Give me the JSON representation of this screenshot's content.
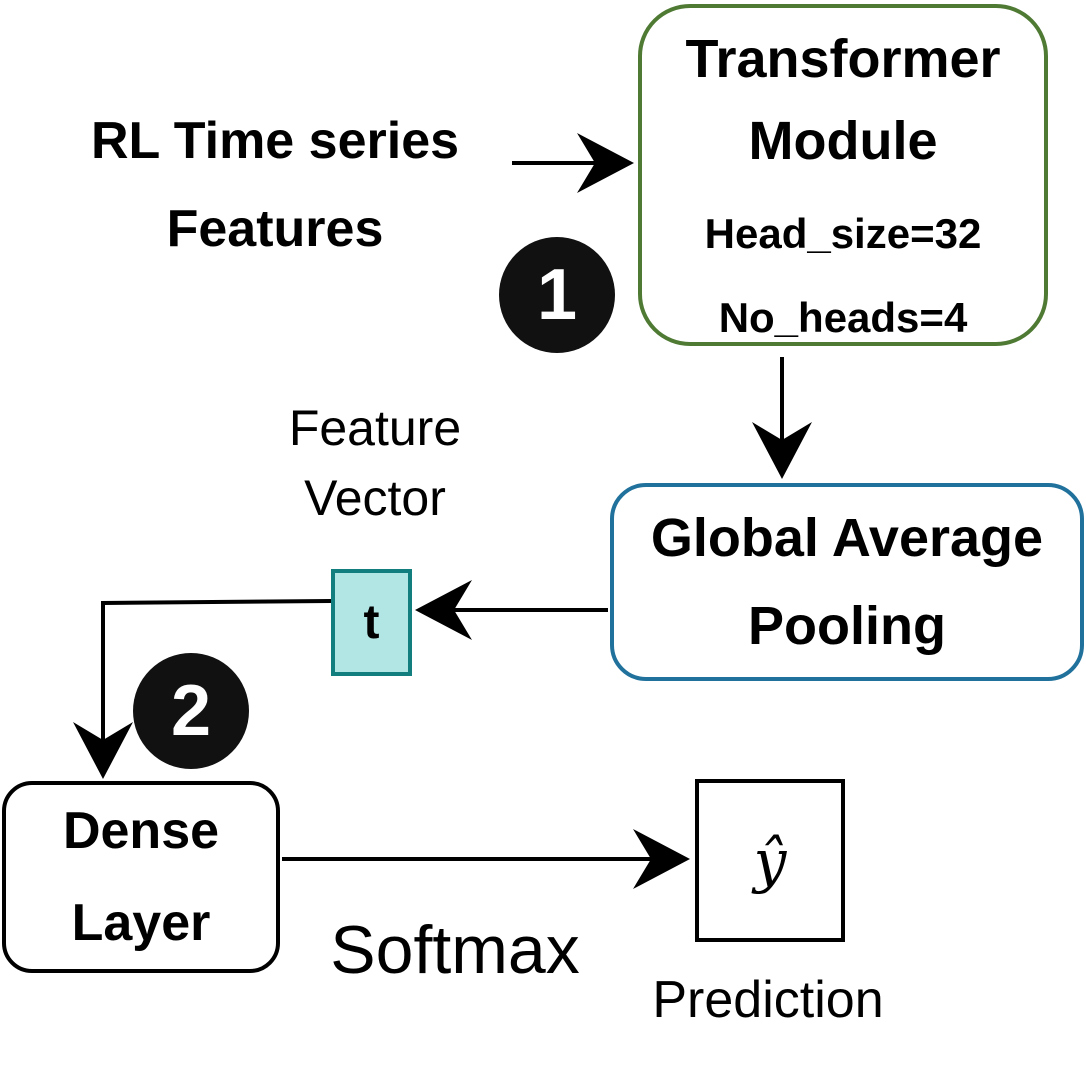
{
  "input": {
    "line1": "RL Time series",
    "line2": "Features"
  },
  "transformer": {
    "line1": "Transformer",
    "line2": "Module",
    "head_size": "Head_size=32",
    "num_heads": "No_heads=4"
  },
  "badges": {
    "step1": "1",
    "step2": "2"
  },
  "pooling": {
    "line1": "Global Average",
    "line2": "Pooling"
  },
  "feature_vector": {
    "line1": "Feature",
    "line2": "Vector",
    "token": "t"
  },
  "dense": {
    "line1": "Dense",
    "line2": "Layer"
  },
  "softmax": "Softmax",
  "prediction": {
    "symbol": "ŷ",
    "label": "Prediction"
  },
  "colors": {
    "transformer_border": "#4f7a34",
    "pooling_border": "#20719c",
    "token_border": "#127f7e",
    "token_fill": "#b2e6e5",
    "badge_fill": "#111111"
  }
}
